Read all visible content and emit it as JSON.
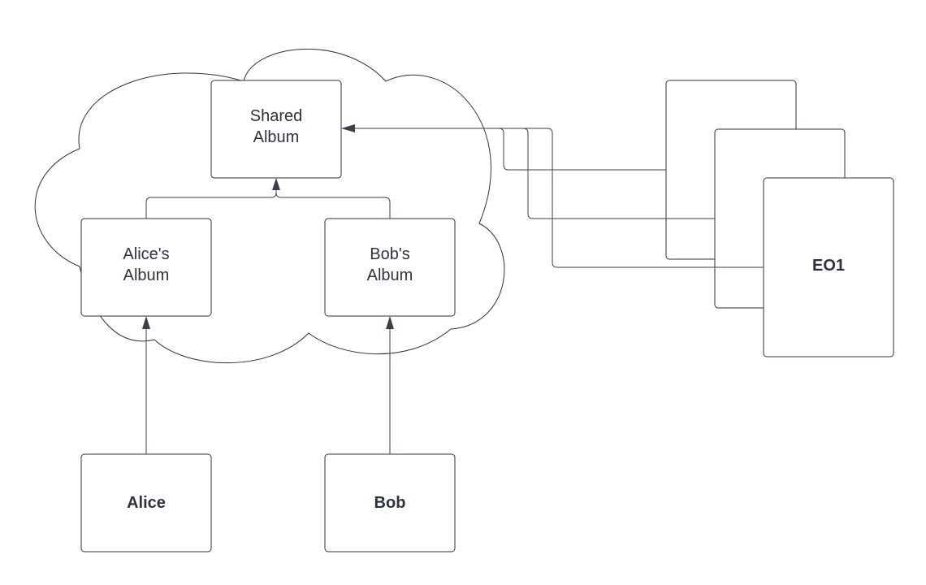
{
  "diagram": {
    "nodes": {
      "shared_album": {
        "line1": "Shared",
        "line2": "Album"
      },
      "alice_album": {
        "line1": "Alice's",
        "line2": "Album"
      },
      "bob_album": {
        "line1": "Bob's",
        "line2": "Album"
      },
      "alice": {
        "label": "Alice"
      },
      "bob": {
        "label": "Bob"
      },
      "eo1": {
        "label": "EO1"
      }
    },
    "colors": {
      "stroke": "#2d3240",
      "text": "#2d3240",
      "background": "#ffffff"
    },
    "icons": [
      "cloud-shape",
      "arrow-head"
    ]
  }
}
